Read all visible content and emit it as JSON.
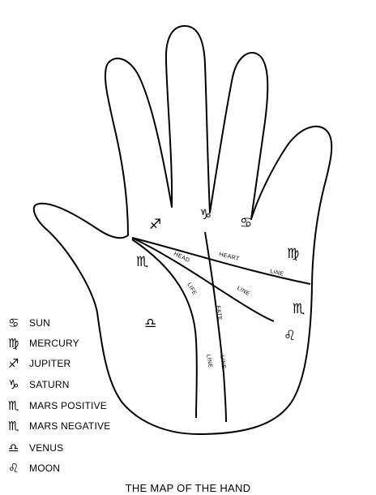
{
  "caption": "THE MAP OF THE HAND",
  "lines": {
    "head": "HEAD",
    "heart": "HEART",
    "line1": "LINE",
    "line2": "LINE",
    "line3": "LINE",
    "line4": "LINE",
    "life": "LIFE",
    "fate": "FATE"
  },
  "glyphs": {
    "jupiter": "♐",
    "saturn": "♑",
    "sun": "♋",
    "mercury": "♍",
    "mars_positive": "♏",
    "mars_negative": "♏",
    "venus": "♎",
    "moon": "♌"
  },
  "legend": [
    {
      "symbol": "♋",
      "label": "SUN",
      "icon": "sun-icon"
    },
    {
      "symbol": "♍",
      "label": "MERCURY",
      "icon": "mercury-icon"
    },
    {
      "symbol": "♐",
      "label": "JUPITER",
      "icon": "jupiter-icon"
    },
    {
      "symbol": "♑",
      "label": "SATURN",
      "icon": "saturn-icon"
    },
    {
      "symbol": "♏",
      "label": "MARS POSITIVE",
      "icon": "mars-positive-icon"
    },
    {
      "symbol": "♏",
      "label": "MARS NEGATIVE",
      "icon": "mars-negative-icon"
    },
    {
      "symbol": "♎",
      "label": "VENUS",
      "icon": "venus-icon"
    },
    {
      "symbol": "♌",
      "label": "MOON",
      "icon": "moon-icon"
    }
  ]
}
